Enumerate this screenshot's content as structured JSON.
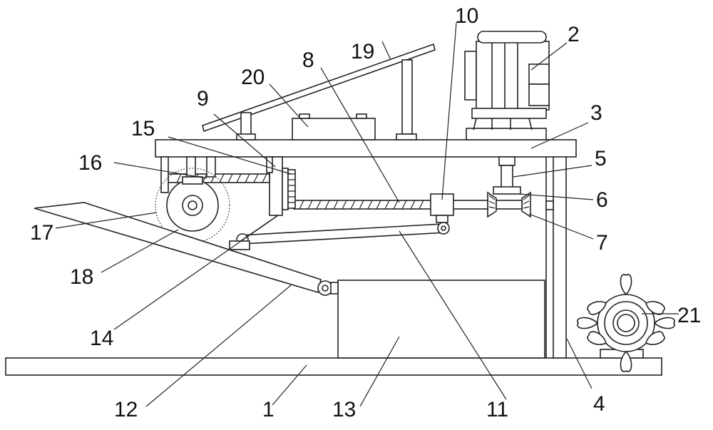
{
  "figure": {
    "labels": [
      "1",
      "2",
      "3",
      "4",
      "5",
      "6",
      "7",
      "8",
      "9",
      "10",
      "11",
      "12",
      "13",
      "14",
      "15",
      "16",
      "17",
      "18",
      "19",
      "20",
      "21"
    ]
  }
}
